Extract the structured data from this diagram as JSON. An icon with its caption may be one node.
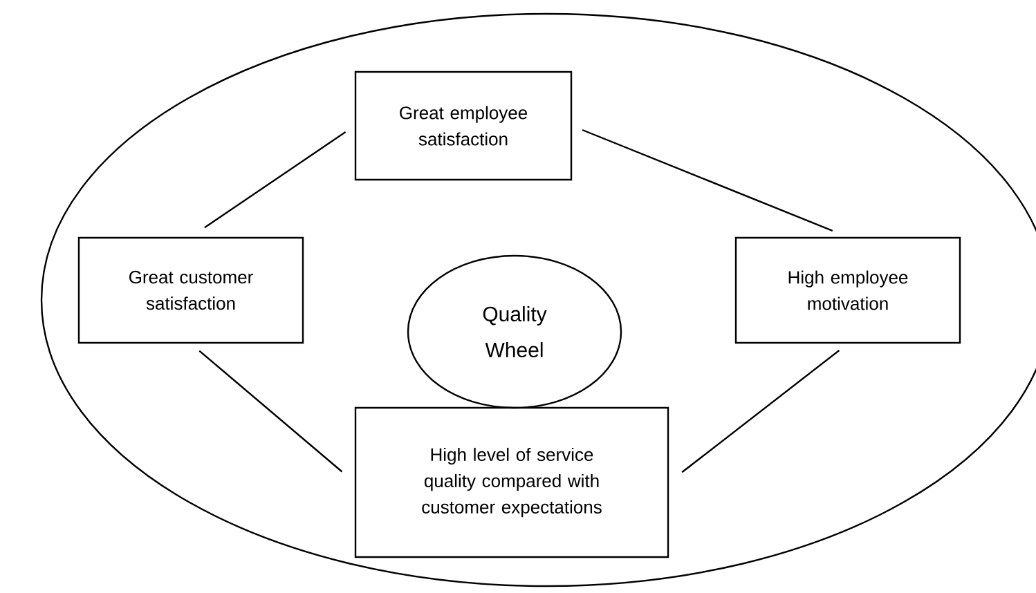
{
  "diagram": {
    "nodes": [
      {
        "text": [
          "Great employee satisfaction"
        ]
      },
      {
        "text": [
          "Great customer satisfaction"
        ]
      },
      {
        "text": [
          "Quality Wheel"
        ]
      },
      {
        "text": [
          "High employee motivation"
        ]
      },
      {
        "text": [
          "High level of service quality compared with customer expectations"
        ]
      }
    ],
    "edges": [
      {
        "from": 0,
        "to": 1,
        "arrow": "none"
      },
      {
        "from": 0,
        "to": 3,
        "arrow": "none"
      },
      {
        "from": 1,
        "to": 4,
        "arrow": "none"
      },
      {
        "from": 3,
        "to": 4,
        "arrow": "none"
      }
    ]
  }
}
